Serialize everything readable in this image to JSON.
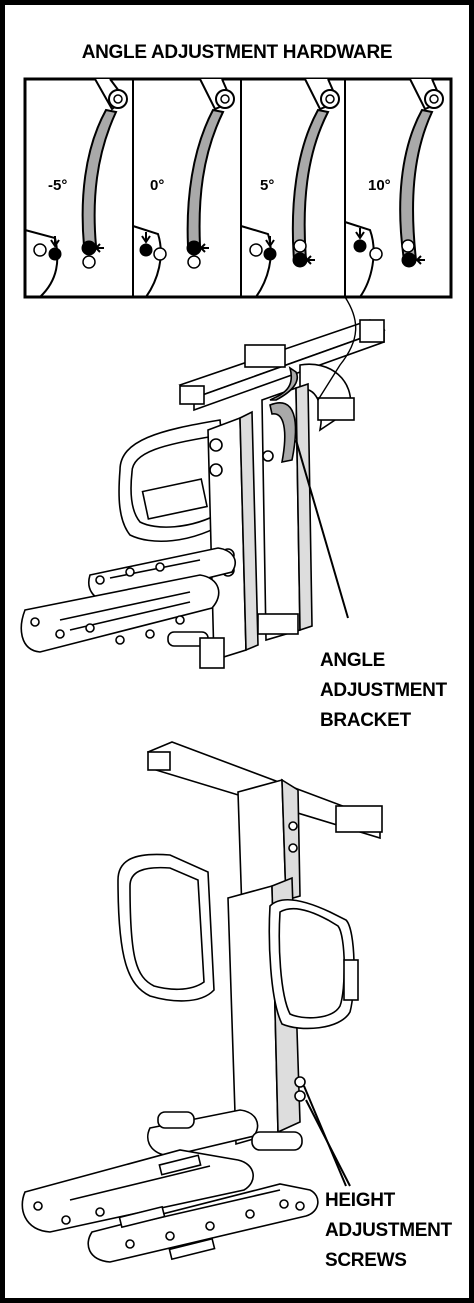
{
  "title": "ANGLE ADJUSTMENT HARDWARE",
  "angles": [
    "-5°",
    "0°",
    "5°",
    "10°"
  ],
  "callouts": {
    "angle_bracket": [
      "ANGLE",
      "ADJUSTMENT",
      "BRACKET"
    ],
    "height_screws": [
      "HEIGHT",
      "ADJUSTMENT",
      "SCREWS"
    ]
  },
  "colors": {
    "ink": "#000000",
    "bracket_fill": "#a9a9a9",
    "paper": "#ffffff"
  }
}
